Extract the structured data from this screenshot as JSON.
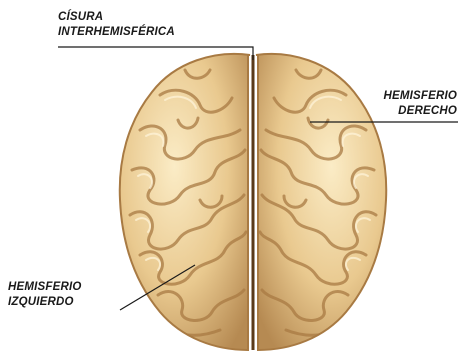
{
  "labels": {
    "fissure": {
      "line1": "CÍSURA",
      "line2": "INTERHEMISFÉRICA"
    },
    "right_hemisphere": {
      "line1": "HEMISFERIO",
      "line2": "DERECHO"
    },
    "left_hemisphere": {
      "line1": "HEMISFERIO",
      "line2": "IZQUIERDO"
    }
  },
  "colors": {
    "brain_base": "#e9c98f",
    "brain_highlight": "#fbecc6",
    "brain_shadow": "#a87a43",
    "fissure": "#5a3a1a",
    "leader_line": "#1a1a1a"
  },
  "icons": {
    "brain": "brain-top-view-illustration"
  }
}
